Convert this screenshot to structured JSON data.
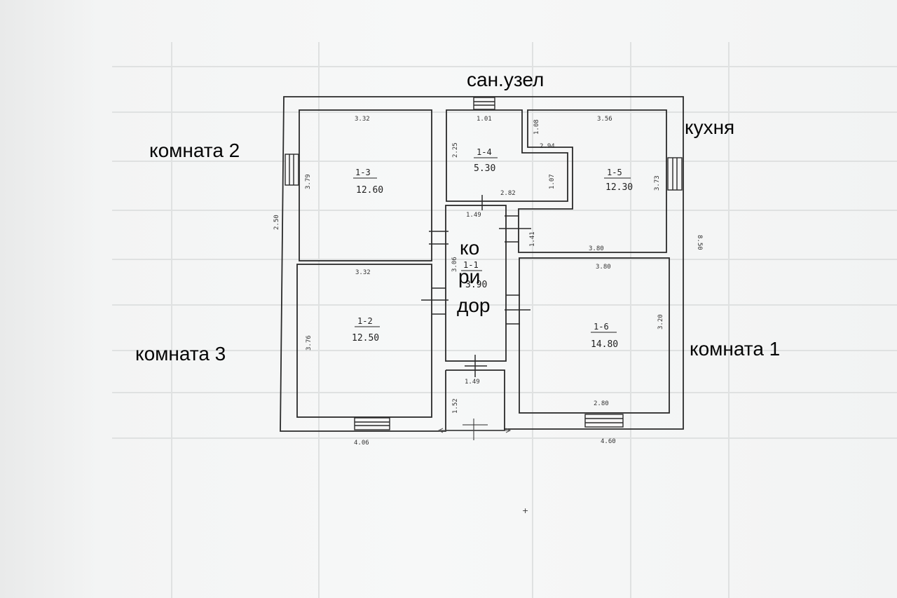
{
  "labels": {
    "bathroom": "сан.узел",
    "kitchen": "кухня",
    "room2": "комната 2",
    "room3": "комната 3",
    "room1": "комната 1",
    "corridor_1": "ко",
    "corridor_2": "ри",
    "corridor_3": "дор"
  },
  "rooms": {
    "r13": {
      "id": "1-3",
      "area": "12.60"
    },
    "r14": {
      "id": "1-4",
      "area": "5.30"
    },
    "r15": {
      "id": "1-5",
      "area": "12.30"
    },
    "r11": {
      "id": "1-1",
      "area": "3.90"
    },
    "r12": {
      "id": "1-2",
      "area": "12.50"
    },
    "r16": {
      "id": "1-6",
      "area": "14.80"
    }
  },
  "dims": {
    "d_332_top": "3.32",
    "d_101": "1.01",
    "d_356": "3.56",
    "d_379": "3.79",
    "d_225": "2.25",
    "d_108": "1.08",
    "d_294": "2.94",
    "d_107": "1.07",
    "d_282": "2.82",
    "d_373": "3.73",
    "d_250": "2.50",
    "d_850": "8.50",
    "d_149_top": "1.49",
    "d_141": "1.41",
    "d_380_a": "3.80",
    "d_380_b": "3.80",
    "d_332_mid": "3.32",
    "d_306": "3.06",
    "d_376": "3.76",
    "d_320": "3.20",
    "d_149_bot": "1.49",
    "d_152": "1.52",
    "d_280": "2.80",
    "d_406": "4.06",
    "d_460": "4.60"
  }
}
